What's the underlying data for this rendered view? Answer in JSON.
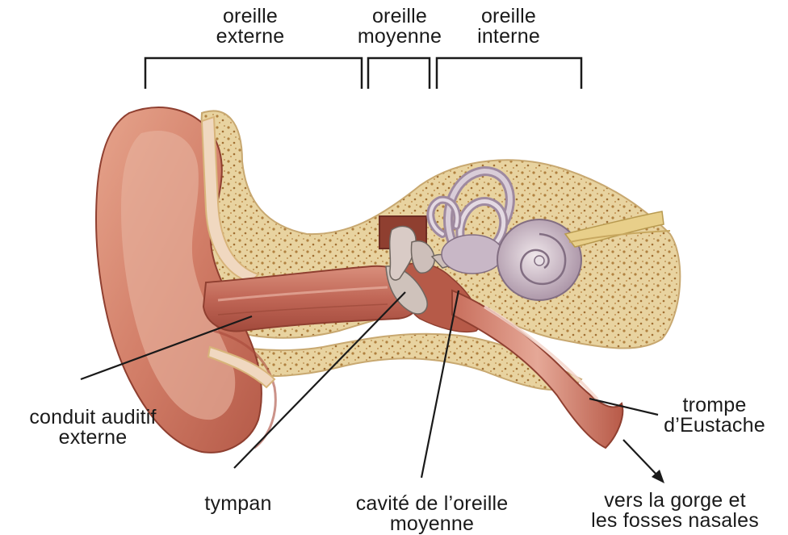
{
  "sections": {
    "outer": [
      "oreille",
      "externe"
    ],
    "middle": [
      "oreille",
      "moyenne"
    ],
    "inner": [
      "oreille",
      "interne"
    ]
  },
  "labels": {
    "ear_canal": [
      "conduit auditif",
      "externe"
    ],
    "eardrum": "tympan",
    "middle_cavity": [
      "cavité de l’oreille",
      "moyenne"
    ],
    "eustachian_tube": [
      "trompe",
      "d’Eustache"
    ],
    "throat": [
      "vers la gorge et",
      "les fosses nasales"
    ]
  },
  "colors": {
    "skin": "#d4806a",
    "skin_dark": "#a84a3a",
    "bone": "#e8d3a0",
    "bone_dark": "#a97a3a",
    "canal": "#c46a5a",
    "ossicle": "#c9b9b4",
    "labyrinth": "#b9a6b8",
    "line": "#1a1a1a"
  }
}
